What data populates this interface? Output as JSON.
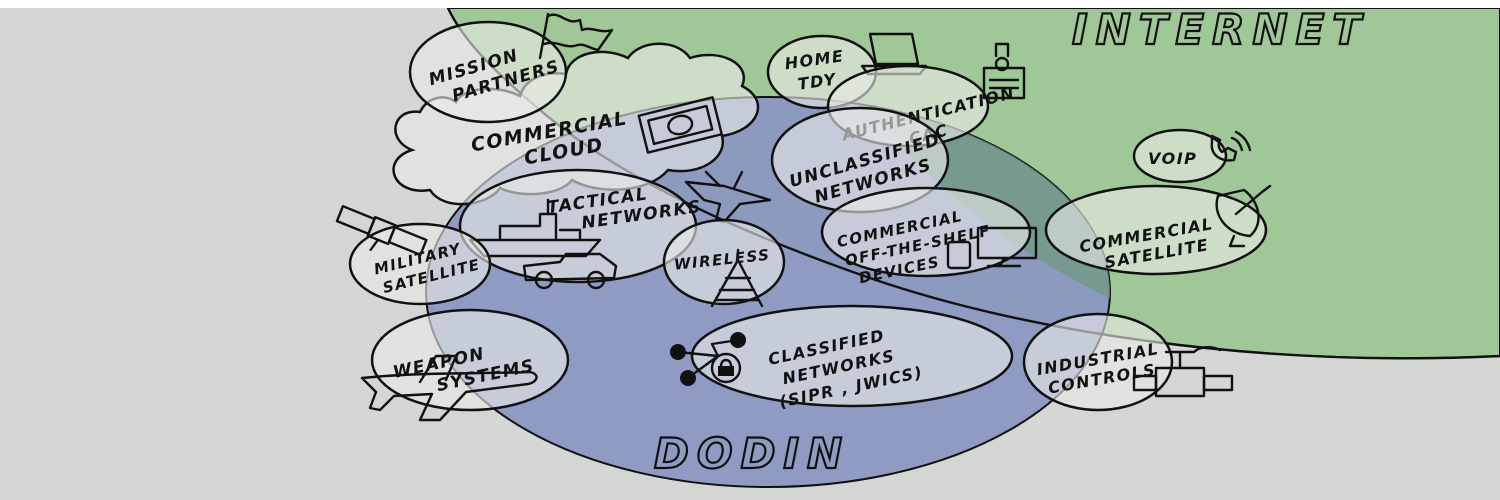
{
  "regions": {
    "internet": {
      "label": "INTERNET",
      "color": "#a0c797"
    },
    "dodin": {
      "label": "DODIN",
      "color": "#8c98c2"
    },
    "outside": {
      "color": "#d4d6d3"
    }
  },
  "nodes": {
    "mission_partners": [
      "MISSION",
      "PARTNERS"
    ],
    "commercial_cloud": [
      "COMMERCIAL",
      "CLOUD"
    ],
    "home_tdy": [
      "HOME",
      "TDY"
    ],
    "authentication": [
      "AUTHENTICATION",
      "CAC"
    ],
    "unclassified": [
      "UNCLASSIFIED",
      "NETWORKS"
    ],
    "voip": [
      "VOIP"
    ],
    "tactical": [
      "TACTICAL",
      "NETWORKS"
    ],
    "military_satellite": [
      "MILITARY",
      "SATELLITE"
    ],
    "wireless": [
      "WIRELESS"
    ],
    "cots": [
      "COMMERCIAL",
      "OFF-THE-SHELF",
      "DEVICES"
    ],
    "commercial_satellite": [
      "COMMERCIAL",
      "SATELLITE"
    ],
    "weapon_systems": [
      "WEAPON",
      "SYSTEMS"
    ],
    "classified": [
      "CLASSIFIED",
      "NETWORKS",
      "(SIPR , JWICS)"
    ],
    "industrial": [
      "INDUSTRIAL",
      "CONTROLS"
    ]
  },
  "icons": [
    "flag-icon",
    "cloud-icon",
    "laptop-icon",
    "id-badge-icon",
    "dollar-bill-icon",
    "fighter-jet-icon",
    "phone-icon",
    "satellite-icon",
    "warship-icon",
    "truck-icon",
    "cell-tower-icon",
    "desktop-monitor-icon",
    "tablet-icon",
    "satellite-dish-icon",
    "airplane-icon",
    "network-lock-icon",
    "pipe-valve-icon"
  ]
}
